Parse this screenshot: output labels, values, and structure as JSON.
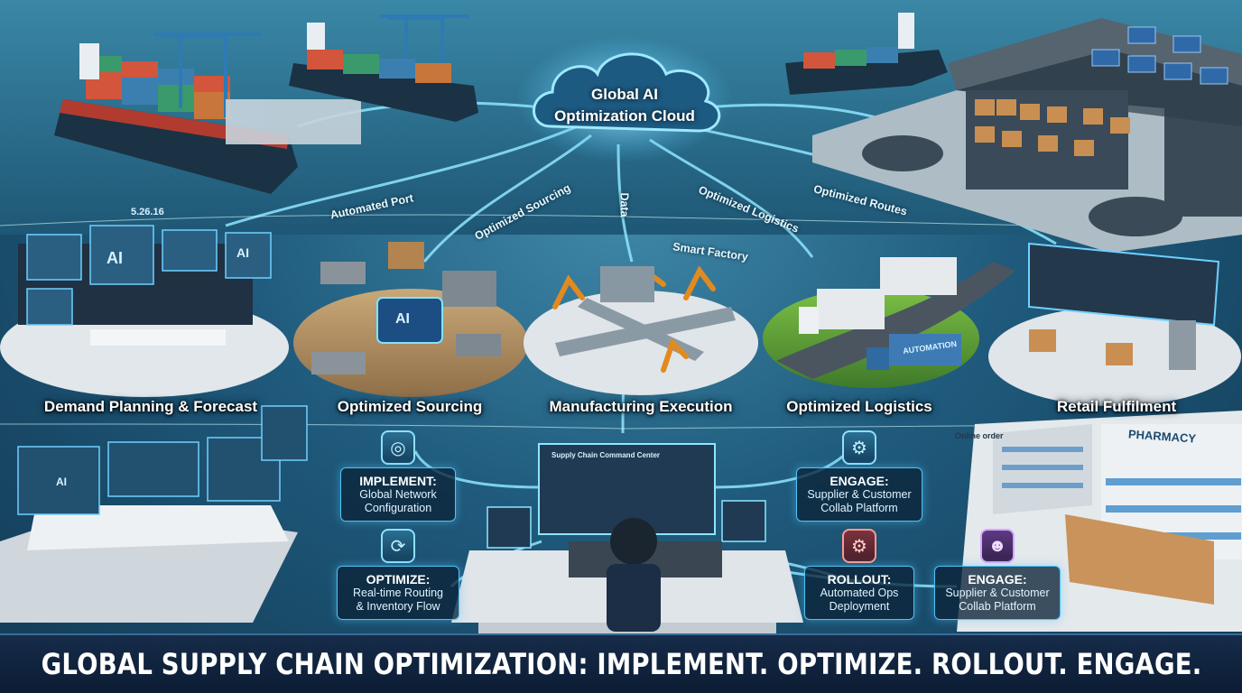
{
  "cloud": {
    "line1": "Global AI",
    "line2": "Optimization Cloud"
  },
  "flows": {
    "automated_port": "Automated Port",
    "optimized_sourcing": "Optimized Sourcing",
    "data": "Data",
    "optimized_logistics": "Optimized Logistics",
    "optimized_routes": "Optimized Routes",
    "smart_factory": "Smart Factory"
  },
  "hubs": [
    {
      "label": "Demand Planning & Forecast"
    },
    {
      "label": "Optimized Sourcing"
    },
    {
      "label": "Manufacturing Execution"
    },
    {
      "label": "Optimized Logistics"
    },
    {
      "label": "Retail Fulfilment"
    }
  ],
  "actions": {
    "implement": {
      "title": "IMPLEMENT:",
      "line1": "Global Network",
      "line2": "Configuration"
    },
    "optimize": {
      "title": "OPTIMIZE:",
      "line1": "Real-time Routing",
      "line2": "& Inventory Flow"
    },
    "engage_top": {
      "title": "ENGAGE:",
      "line1": "Supplier & Customer",
      "line2": "Collab Platform"
    },
    "rollout": {
      "title": "ROLLOUT:",
      "line1": "Automated Ops",
      "line2": "Deployment"
    },
    "engage_bottom": {
      "title": "ENGAGE:",
      "line1": "Supplier & Customer",
      "line2": "Collab Platform"
    }
  },
  "screens": {
    "ai_chip": "AI",
    "ai_left": "AI",
    "ai_right": "AI",
    "ai_lower": "AI",
    "readout": "5.26.16",
    "command_center": "Supply Chain Command Center",
    "pharmacy": "PHARMACY",
    "online_order": "Online order",
    "truck_brand": "AUTOMATION"
  },
  "banner": {
    "headline": "GLOBAL SUPPLY CHAIN OPTIMIZATION: IMPLEMENT. OPTIMIZE. ROLLOUT. ENGAGE."
  },
  "colors": {
    "accent": "#4fc3f7",
    "glow": "#7fe3ff",
    "sea": "#2f7597",
    "banner": "#0f213b"
  }
}
